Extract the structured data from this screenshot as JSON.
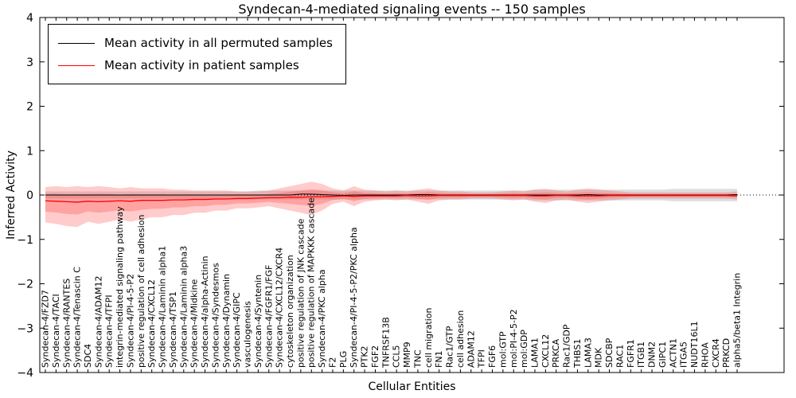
{
  "chart_data": {
    "type": "line",
    "title": "Syndecan-4-mediated signaling events -- 150 samples",
    "xlabel": "Cellular Entities",
    "ylabel": "Inferred Activity",
    "ylim": [
      -4,
      4
    ],
    "yticks": [
      -4,
      -3,
      -2,
      -1,
      0,
      1,
      2,
      3,
      4
    ],
    "grid": false,
    "legend_position": "upper-left",
    "colors": {
      "permuted_line": "#000000",
      "patient_line": "#ff0000",
      "permuted_band": "#aaaaaa",
      "patient_band": "#ff4444",
      "zero_line": "#000000"
    },
    "categories": [
      "Syndecan-4/FZD7",
      "Syndecan-4/TACI",
      "Syndecan-4/RANTES",
      "Syndecan-4/Tenascin C",
      "SDC4",
      "Syndecan-4/ADAM12",
      "Syndecan-4/TFPI",
      "integrin-mediated signaling pathway",
      "Syndecan-4/PI-4-5-P2",
      "positive regulation of cell adhesion",
      "Syndecan-4/CXCL12",
      "Syndecan-4/Laminin alpha1",
      "Syndecan-4/TSP1",
      "Syndecan-4/Laminin alpha3",
      "Syndecan-4/Midkine",
      "Syndecan-4/alpha-Actinin",
      "Syndecan-4/Syndesmos",
      "Syndecan-4/Dynamin",
      "Syndecan-4/GIPC",
      "vasculogenesis",
      "Syndecan-4/Syntenin",
      "Syndecan-4/FGFR1/FGF",
      "Syndecan-4/CXCL12/CXCR4",
      "cytoskeleton organization",
      "positive regulation of JNK cascade",
      "positive regulation of MAPKKK cascade",
      "Syndecan-4/PKC alpha",
      "F2",
      "PLG",
      "Syndecan-4/PI-4-5-P2/PKC alpha",
      "PTK2",
      "FGF2",
      "TNFRSF13B",
      "CCL5",
      "MMP9",
      "TNC",
      "cell migration",
      "FN1",
      "Rac1/GTP",
      "cell adhesion",
      "ADAM12",
      "TFPI",
      "FGF6",
      "mol:GTP",
      "mol:PI-4-5-P2",
      "mol:GDP",
      "LAMA1",
      "CXCL12",
      "PRKCA",
      "Rac1/GDP",
      "THBS1",
      "LAMA3",
      "MDK",
      "SDCBP",
      "RAC1",
      "FGFR1",
      "ITGB1",
      "DNM2",
      "GIPC1",
      "ACTN1",
      "ITGA5",
      "NUDT16L1",
      "RHOA",
      "CXCR4",
      "PRKCD",
      "alpha5/beta1 Integrin"
    ],
    "series": [
      {
        "name": "Mean activity in all permuted samples",
        "color": "#000000",
        "values": [
          0,
          0,
          0,
          0,
          0,
          0,
          0,
          0,
          0,
          0,
          0,
          0,
          0,
          0,
          0,
          0,
          0,
          0,
          0,
          0,
          0,
          0,
          0,
          0,
          0.02,
          0.02,
          0.01,
          0,
          -0.01,
          0,
          0,
          0,
          0,
          0,
          0,
          0.01,
          0.01,
          0,
          0,
          0,
          0,
          0,
          0,
          0,
          0,
          0,
          0,
          0,
          0,
          0,
          0,
          0.01,
          0,
          0,
          0,
          0,
          0,
          0,
          0,
          0,
          0,
          0,
          0,
          0,
          0,
          0.01
        ]
      },
      {
        "name": "Mean activity in patient samples",
        "color": "#ff0000",
        "values": [
          -0.13,
          -0.14,
          -0.15,
          -0.16,
          -0.14,
          -0.15,
          -0.14,
          -0.13,
          -0.14,
          -0.12,
          -0.12,
          -0.12,
          -0.11,
          -0.11,
          -0.1,
          -0.1,
          -0.09,
          -0.09,
          -0.08,
          -0.08,
          -0.07,
          -0.06,
          -0.06,
          -0.05,
          -0.05,
          -0.04,
          -0.04,
          -0.03,
          -0.02,
          -0.03,
          -0.02,
          -0.02,
          -0.02,
          -0.02,
          -0.01,
          -0.02,
          -0.02,
          -0.01,
          -0.01,
          -0.01,
          -0.01,
          -0.01,
          -0.01,
          -0.01,
          -0.01,
          -0.01,
          -0.02,
          -0.02,
          -0.01,
          -0.01,
          -0.02,
          -0.02,
          -0.02,
          -0.01,
          -0.01,
          -0.01,
          -0.01,
          -0.01,
          -0.01,
          -0.01,
          -0.01,
          -0.01,
          -0.01,
          -0.01,
          -0.01,
          -0.02
        ]
      }
    ],
    "bands": {
      "patient_upper": [
        0.18,
        0.2,
        0.18,
        0.2,
        0.18,
        0.2,
        0.18,
        0.15,
        0.18,
        0.15,
        0.15,
        0.15,
        0.12,
        0.12,
        0.1,
        0.1,
        0.1,
        0.1,
        0.08,
        0.08,
        0.08,
        0.1,
        0.15,
        0.2,
        0.25,
        0.3,
        0.25,
        0.15,
        0.1,
        0.2,
        0.12,
        0.1,
        0.08,
        0.1,
        0.08,
        0.12,
        0.15,
        0.1,
        0.08,
        0.08,
        0.06,
        0.06,
        0.06,
        0.08,
        0.1,
        0.08,
        0.12,
        0.14,
        0.1,
        0.08,
        0.12,
        0.15,
        0.12,
        0.1,
        0.08,
        0.06,
        0.06,
        0.06,
        0.06,
        0.06,
        0.06,
        0.06,
        0.06,
        0.06,
        0.06,
        0.08
      ],
      "patient_lower": [
        -0.62,
        -0.65,
        -0.7,
        -0.72,
        -0.6,
        -0.65,
        -0.6,
        -0.55,
        -0.6,
        -0.55,
        -0.5,
        -0.5,
        -0.45,
        -0.45,
        -0.4,
        -0.4,
        -0.35,
        -0.35,
        -0.3,
        -0.3,
        -0.28,
        -0.25,
        -0.3,
        -0.35,
        -0.4,
        -0.45,
        -0.35,
        -0.2,
        -0.15,
        -0.25,
        -0.15,
        -0.12,
        -0.1,
        -0.12,
        -0.1,
        -0.15,
        -0.2,
        -0.12,
        -0.1,
        -0.1,
        -0.08,
        -0.08,
        -0.08,
        -0.1,
        -0.12,
        -0.1,
        -0.15,
        -0.18,
        -0.12,
        -0.1,
        -0.15,
        -0.18,
        -0.15,
        -0.12,
        -0.1,
        -0.08,
        -0.08,
        -0.08,
        -0.08,
        -0.08,
        -0.08,
        -0.08,
        -0.08,
        -0.08,
        -0.08,
        -0.1
      ],
      "permuted_upper": [
        0.08,
        0.08,
        0.08,
        0.08,
        0.08,
        0.08,
        0.08,
        0.08,
        0.08,
        0.08,
        0.08,
        0.08,
        0.08,
        0.08,
        0.08,
        0.08,
        0.08,
        0.08,
        0.08,
        0.08,
        0.1,
        0.1,
        0.1,
        0.1,
        0.1,
        0.1,
        0.1,
        0.1,
        0.1,
        0.1,
        0.1,
        0.1,
        0.1,
        0.1,
        0.1,
        0.1,
        0.1,
        0.1,
        0.1,
        0.1,
        0.1,
        0.1,
        0.1,
        0.1,
        0.1,
        0.1,
        0.12,
        0.12,
        0.12,
        0.12,
        0.12,
        0.12,
        0.12,
        0.12,
        0.12,
        0.12,
        0.12,
        0.12,
        0.12,
        0.14,
        0.14,
        0.14,
        0.14,
        0.14,
        0.14,
        0.14
      ],
      "permuted_lower": [
        -0.08,
        -0.08,
        -0.08,
        -0.08,
        -0.08,
        -0.08,
        -0.08,
        -0.08,
        -0.08,
        -0.08,
        -0.08,
        -0.08,
        -0.08,
        -0.08,
        -0.08,
        -0.08,
        -0.08,
        -0.08,
        -0.08,
        -0.08,
        -0.1,
        -0.1,
        -0.1,
        -0.1,
        -0.1,
        -0.1,
        -0.1,
        -0.1,
        -0.1,
        -0.1,
        -0.1,
        -0.1,
        -0.1,
        -0.1,
        -0.1,
        -0.1,
        -0.1,
        -0.1,
        -0.1,
        -0.1,
        -0.1,
        -0.1,
        -0.1,
        -0.1,
        -0.1,
        -0.1,
        -0.12,
        -0.12,
        -0.12,
        -0.12,
        -0.12,
        -0.12,
        -0.12,
        -0.12,
        -0.12,
        -0.12,
        -0.12,
        -0.12,
        -0.12,
        -0.14,
        -0.14,
        -0.14,
        -0.14,
        -0.14,
        -0.14,
        -0.14
      ]
    }
  }
}
